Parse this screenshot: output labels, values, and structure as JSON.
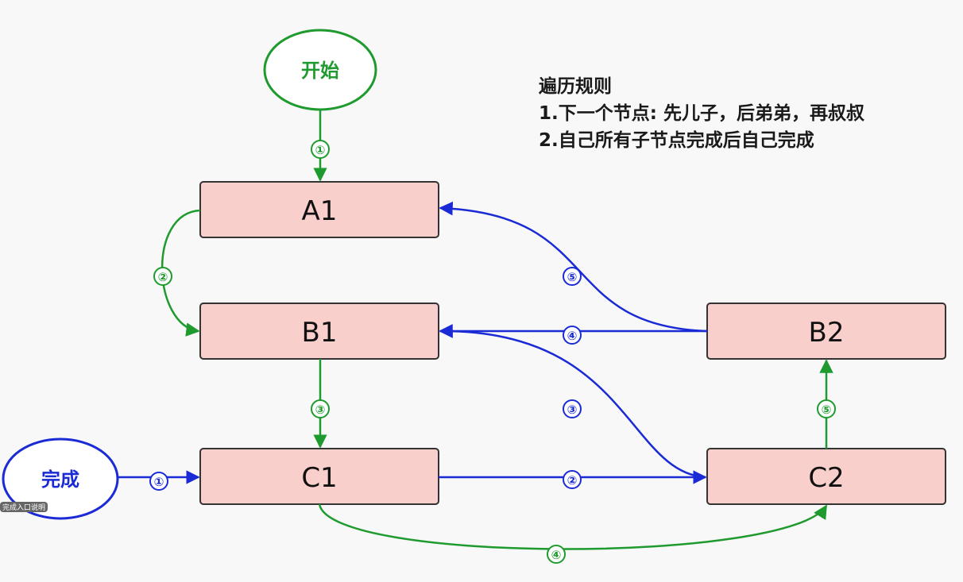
{
  "colors": {
    "green": "#1f9a2e",
    "blue": "#1a2bd6",
    "node_fill": "#f9cfcc",
    "node_stroke": "#333333"
  },
  "rules": {
    "title": "遍历规则",
    "line1": "1.下一个节点: 先儿子，后弟弟，再叔叔",
    "line2": "2.自己所有子节点完成后自己完成"
  },
  "terminals": {
    "start": "开始",
    "done": "完成"
  },
  "nodes": {
    "a1": "A1",
    "b1": "B1",
    "b2": "B2",
    "c1": "C1",
    "c2": "C2"
  },
  "badges": {
    "g_start_a1": "①",
    "g_a1_b1": "②",
    "g_b1_c1": "③",
    "g_c1_c2": "④",
    "g_c2_b2": "⑤",
    "b_c1_done": "①",
    "b_c2_c1": "②",
    "b_c2_b1": "③",
    "b_b2_b1": "④",
    "b_b2_a1": "⑤"
  },
  "caption": "完成入口说明"
}
